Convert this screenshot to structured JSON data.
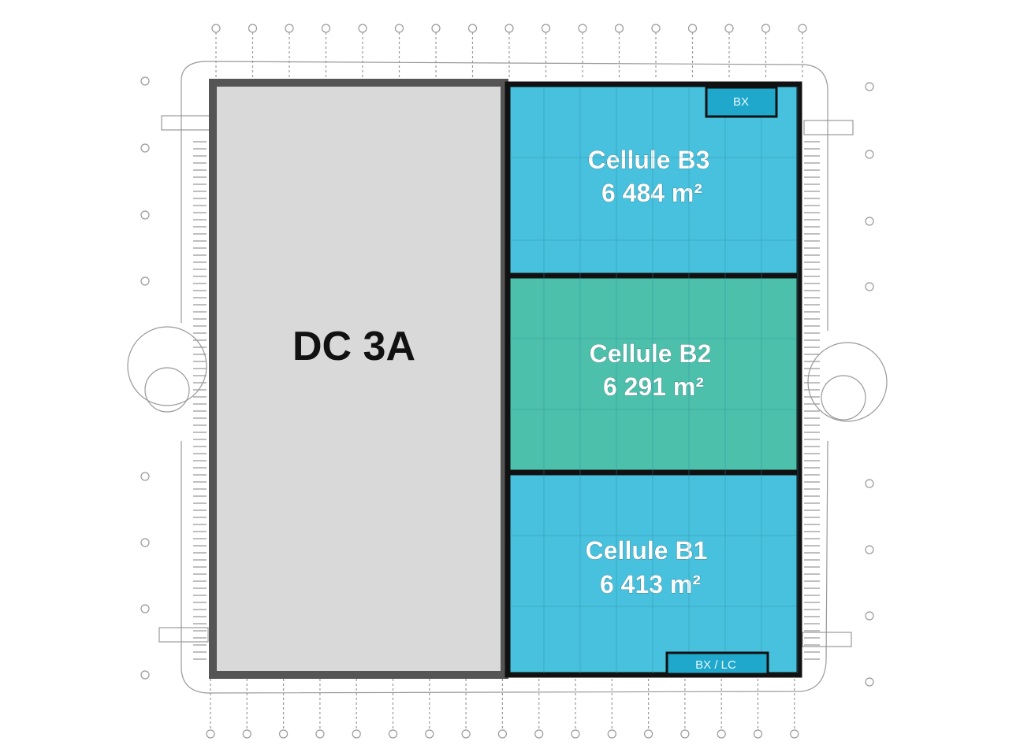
{
  "plan": {
    "main_building": {
      "label": "DC 3A",
      "color": "#d9d9d9"
    },
    "cells": [
      {
        "name": "Cellule B3",
        "area": "6 484 m²",
        "color": "#47c1dd"
      },
      {
        "name": "Cellule B2",
        "area": "6 291 m²",
        "color": "#4cc0aa"
      },
      {
        "name": "Cellule B1",
        "area": "6 413 m²",
        "color": "#47c1dd"
      }
    ],
    "tags": {
      "top": "BX",
      "bottom": "BX / LC"
    },
    "tag_color": "#1fa8cc",
    "outline_color": "#555555"
  }
}
